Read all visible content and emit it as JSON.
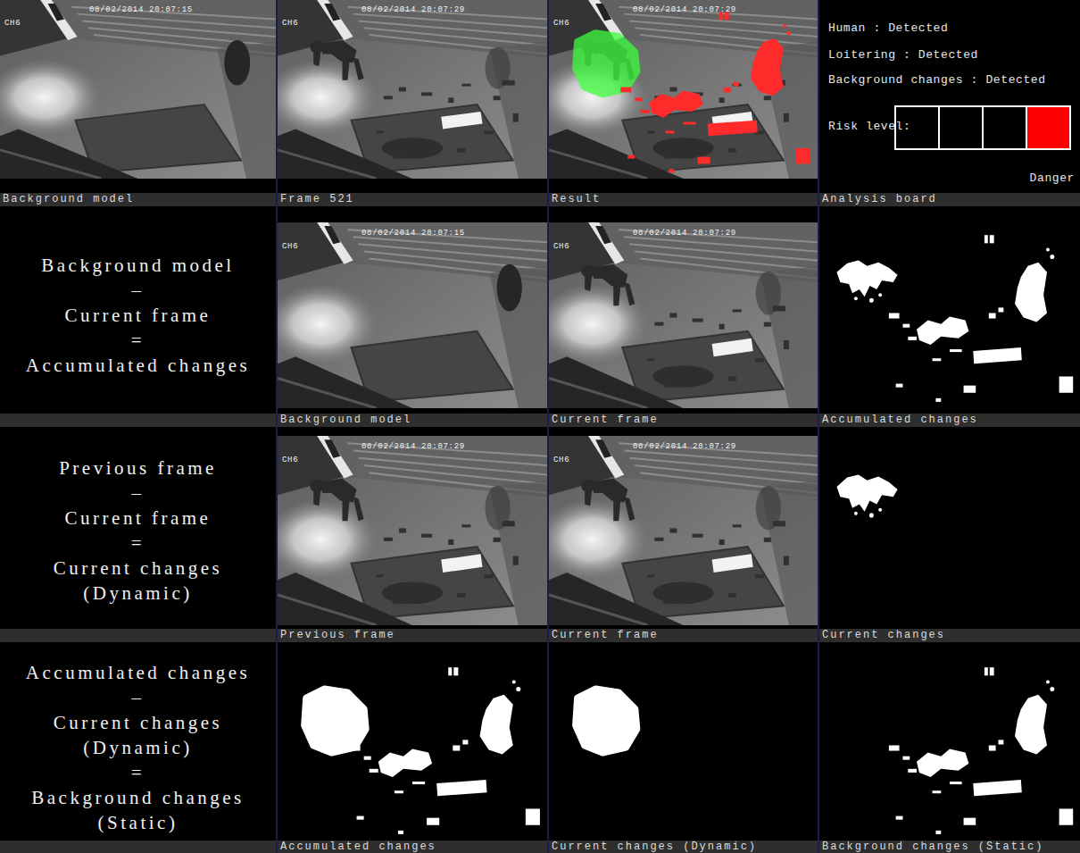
{
  "diagram": {
    "nodes": [
      {
        "text": [
          "Background model"
        ]
      },
      {
        "text": [
          "Frame 521"
        ]
      },
      {
        "text": [
          "Result"
        ]
      },
      {
        "text": [
          "Human : Detected",
          "Loitering : Detected",
          "Background changes : Detected",
          "Risk level:",
          "Danger",
          "Analysis board"
        ]
      },
      {
        "text": [
          "Background model",
          "–",
          "Current frame",
          "=",
          "Accumulated changes"
        ]
      },
      {
        "text": [
          "Background model"
        ]
      },
      {
        "text": [
          "Current frame"
        ]
      },
      {
        "text": [
          "Accumulated changes"
        ]
      },
      {
        "text": [
          "Previous frame",
          "–",
          "Current frame",
          "=",
          "Current changes (Dynamic)"
        ]
      },
      {
        "text": [
          "Previous frame"
        ]
      },
      {
        "text": [
          "Current frame"
        ]
      },
      {
        "text": [
          "Current changes"
        ]
      },
      {
        "text": [
          "Accumulated changes",
          "–",
          "Current changes (Dynamic)",
          "=",
          "Background changes (Static)"
        ]
      },
      {
        "text": [
          "Accumulated changes"
        ]
      },
      {
        "text": [
          "Current changes (Dynamic)"
        ]
      },
      {
        "text": [
          "Background changes (Static)"
        ]
      }
    ],
    "labels": [
      "08/02/2014 20:07:15",
      "CH6",
      "08/02/2014 20:07:29",
      "CH6",
      "08/02/2014 20:07:29",
      "CH6",
      "08/02/2014 20:07:15",
      "CH6",
      "08/02/2014 20:07:29",
      "CH6",
      "08/02/2014 20:07:29",
      "CH6",
      "08/02/2014 20:07:29",
      "CH6"
    ]
  }
}
